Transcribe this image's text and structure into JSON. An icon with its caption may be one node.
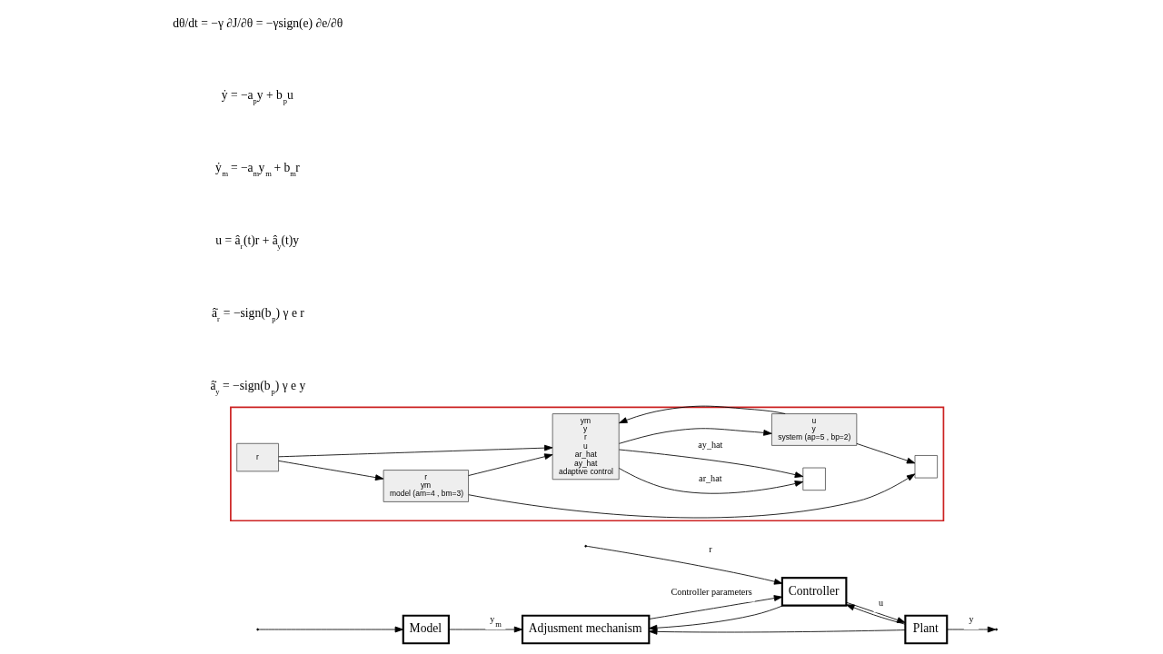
{
  "diagram": {
    "nodes": [
      {
        "text": [
          "Model"
        ]
      },
      {
        "text": [
          "Adjusment mechanism"
        ]
      },
      {
        "text": [
          "Controller"
        ]
      },
      {
        "text": [
          "Plant"
        ]
      },
      {
        "text": [],
        "shape": "box"
      },
      {
        "text": [
          "r"
        ],
        "in": 4
      },
      {
        "text": [
          "r",
          "ym",
          "model (am=4 , bm=3)"
        ],
        "in": 4
      },
      {
        "text": [
          "ym",
          "y",
          "r",
          "u",
          "ar_hat",
          "ay_hat",
          "adaptive control"
        ],
        "in": 4
      },
      {
        "text": [
          "u",
          "y",
          "system (ap=5 , bp=2)"
        ],
        "in": 4
      },
      {
        "text": [],
        "shape": "box",
        "in": 4
      },
      {
        "text": [],
        "shape": "box",
        "in": 4
      }
    ],
    "edges": [
      {
        "from": null,
        "to": 2,
        "label": "r",
        "arrow": "to"
      },
      {
        "from": null,
        "to": 0,
        "arrow": "to"
      },
      {
        "from": 0,
        "to": 1,
        "label": "y$_{m}$",
        "arrow": "to"
      },
      {
        "from": 1,
        "to": 2,
        "label": "Controller parameters",
        "arrow": "to"
      },
      {
        "from": 2,
        "to": 3,
        "label": "u",
        "arrow": "to"
      },
      {
        "from": 2,
        "to": 1,
        "arrow": "to"
      },
      {
        "from": 3,
        "to": null,
        "label": "y",
        "arrow": "to"
      },
      {
        "from": 3,
        "to": 1,
        "arrow": "to"
      },
      {
        "from": 3,
        "to": 2,
        "arrow": "to"
      },
      {
        "from": 5,
        "to": 6,
        "arrow": "to"
      },
      {
        "from": 5,
        "to": 7,
        "arrow": "to"
      },
      {
        "from": 6,
        "to": 9,
        "arrow": "to"
      },
      {
        "from": 6,
        "to": 7,
        "arrow": "to"
      },
      {
        "from": 7,
        "to": 8,
        "arrow": "to"
      },
      {
        "from": 7,
        "to": 10,
        "label": "ar_hat",
        "arrow": "to"
      },
      {
        "from": 7,
        "to": 10,
        "label": "ay_hat",
        "arrow": "to"
      },
      {
        "from": 8,
        "to": 9,
        "arrow": "to"
      },
      {
        "from": 8,
        "to": 7,
        "arrow": "to"
      }
    ],
    "labels": [
      "dθ/dt = −γ ∂J/∂θ = −γsign(e) ∂e/∂θ",
      "ẏ = −a$_{p}$y + b$_{p}$u",
      "ẏ$_{m}$ = −a$_{m}$y$_{m}$ + b$_{m}$r",
      "u = â$_{r}$(t)r + â$_{y}$(t)y",
      "â̇$_{r}$ = −sign(b$_{p}$) γ e r",
      "â̇$_{y}$ = −sign(b$_{p}$) γ e y"
    ]
  }
}
